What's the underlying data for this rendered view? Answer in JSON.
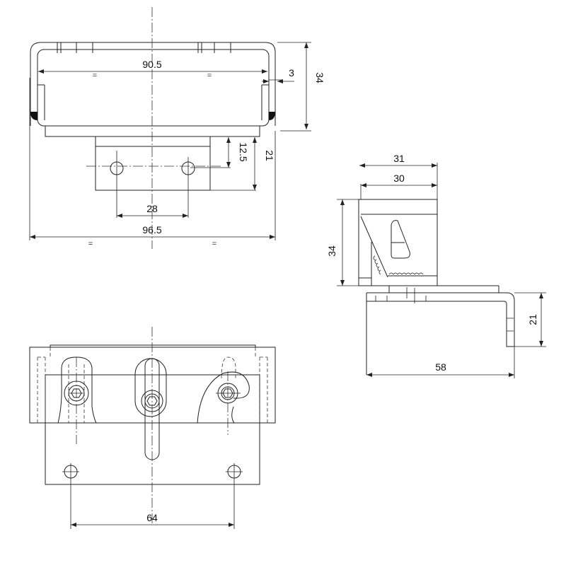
{
  "top_view": {
    "dim_inner_width": "90.5",
    "dim_outer_width": "96.5",
    "dim_wall": "3",
    "dim_height": "34",
    "dim_hole_offset": "12.5",
    "dim_block_depth": "21",
    "dim_hole_spacing": "28",
    "equal_mark": "="
  },
  "side_view": {
    "dim_width_31": "31",
    "dim_width_30": "30",
    "dim_height": "34",
    "dim_bracket_height": "21",
    "dim_bracket_length": "58"
  },
  "bottom_view": {
    "dim_hole_spacing": "64"
  }
}
